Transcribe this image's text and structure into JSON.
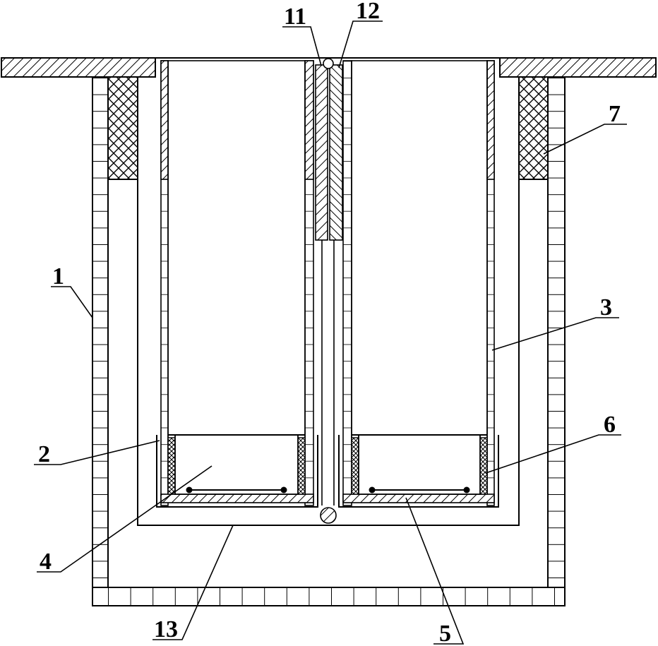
{
  "diagram": {
    "labels": {
      "l1": "1",
      "l2": "2",
      "l3": "3",
      "l4": "4",
      "l5": "5",
      "l6": "6",
      "l7": "7",
      "l11": "11",
      "l12": "12",
      "l13": "13"
    }
  }
}
